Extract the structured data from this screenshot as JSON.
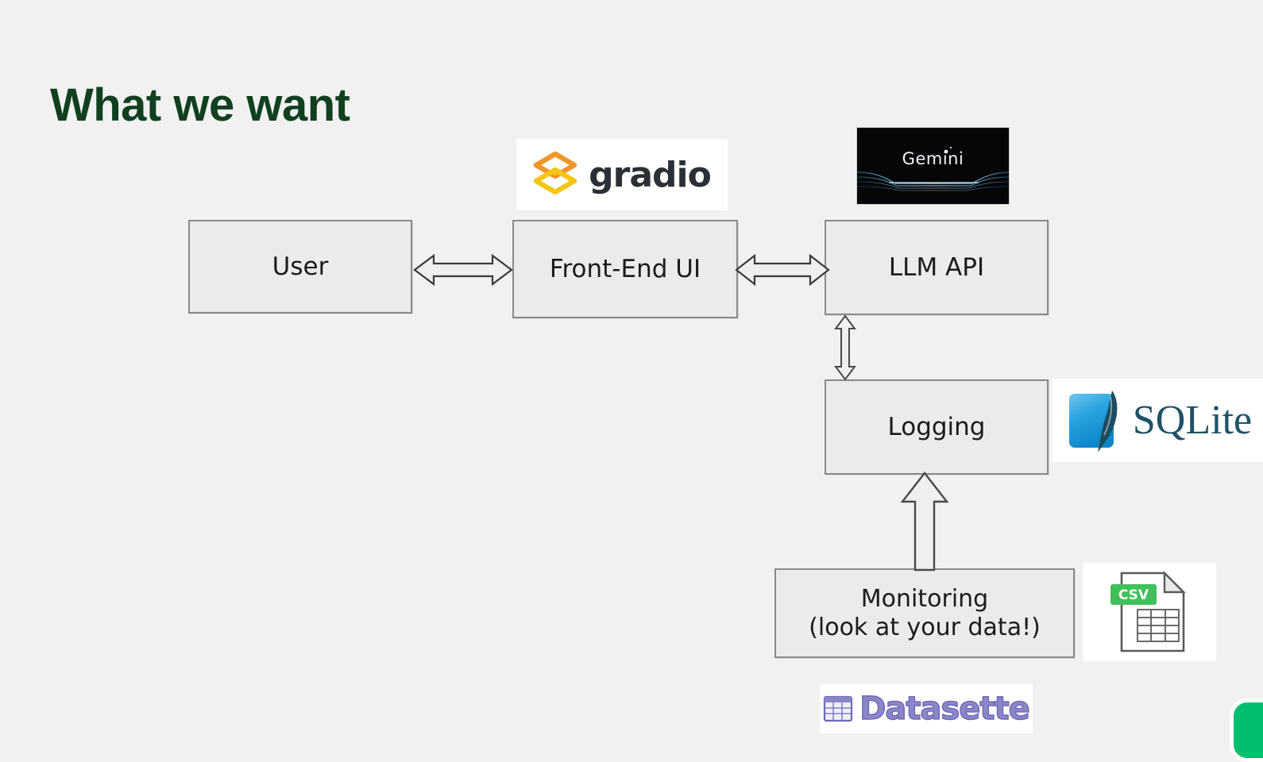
{
  "slide": {
    "title": "What we want",
    "background_color": "#f1f1f0",
    "title_color": "#10401f"
  },
  "diagram": {
    "type": "flow-architecture",
    "node_fill": "#ebebeb",
    "node_border": "#8a8a8a",
    "nodes": [
      {
        "id": "user",
        "label": "User",
        "sublabel": ""
      },
      {
        "id": "frontend",
        "label": "Front-End UI",
        "sublabel": ""
      },
      {
        "id": "llm",
        "label": "LLM API",
        "sublabel": ""
      },
      {
        "id": "logging",
        "label": "Logging",
        "sublabel": ""
      },
      {
        "id": "monitoring",
        "label": "Monitoring",
        "sublabel": "(look at your data!)"
      }
    ],
    "edges": [
      {
        "from": "user",
        "to": "frontend",
        "direction": "bidirectional",
        "orientation": "horizontal"
      },
      {
        "from": "frontend",
        "to": "llm",
        "direction": "bidirectional",
        "orientation": "horizontal"
      },
      {
        "from": "llm",
        "to": "logging",
        "direction": "bidirectional",
        "orientation": "vertical"
      },
      {
        "from": "monitoring",
        "to": "logging",
        "direction": "up",
        "orientation": "vertical"
      }
    ]
  },
  "logos": [
    {
      "id": "gradio",
      "name": "gradio",
      "wordmark": "gradio",
      "icon": "gradio-diamond-icon",
      "colors": {
        "icon_top": "#f0962a",
        "icon_bottom": "#f5c518",
        "text": "#2b2f36",
        "card": "#ffffff"
      },
      "attached_to": "frontend"
    },
    {
      "id": "gemini",
      "name": "Gemini",
      "wordmark": "Gemini",
      "icon": "gemini-thumbnail-icon",
      "colors": {
        "background": "#050608",
        "text": "#eef3f8",
        "wave": "#6fb9de"
      },
      "attached_to": "llm"
    },
    {
      "id": "sqlite",
      "name": "SQLite",
      "wordmark": "SQLite",
      "icon": "sqlite-feather-icon",
      "colors": {
        "square_light": "#45b1e8",
        "square_dark": "#0f8ecf",
        "feather": "#1d4e5f",
        "text": "#1f5266",
        "card": "#ffffff"
      },
      "attached_to": "logging"
    },
    {
      "id": "csv",
      "name": "CSV file",
      "wordmark": "CSV",
      "icon": "csv-file-icon",
      "colors": {
        "badge": "#3fc05b",
        "badge_text": "#ffffff",
        "page": "#ffffff",
        "outline": "#5a5a5a"
      },
      "attached_to": "monitoring"
    },
    {
      "id": "datasette",
      "name": "Datasette",
      "wordmark": "Datasette",
      "icon": "datasette-grid-icon",
      "colors": {
        "text": "#8a87c9",
        "stroke": "#6f6bb5",
        "card": "#ffffff"
      },
      "attached_to": "monitoring"
    }
  ],
  "decor": {
    "corner_badge_color": "#00bf6f"
  }
}
